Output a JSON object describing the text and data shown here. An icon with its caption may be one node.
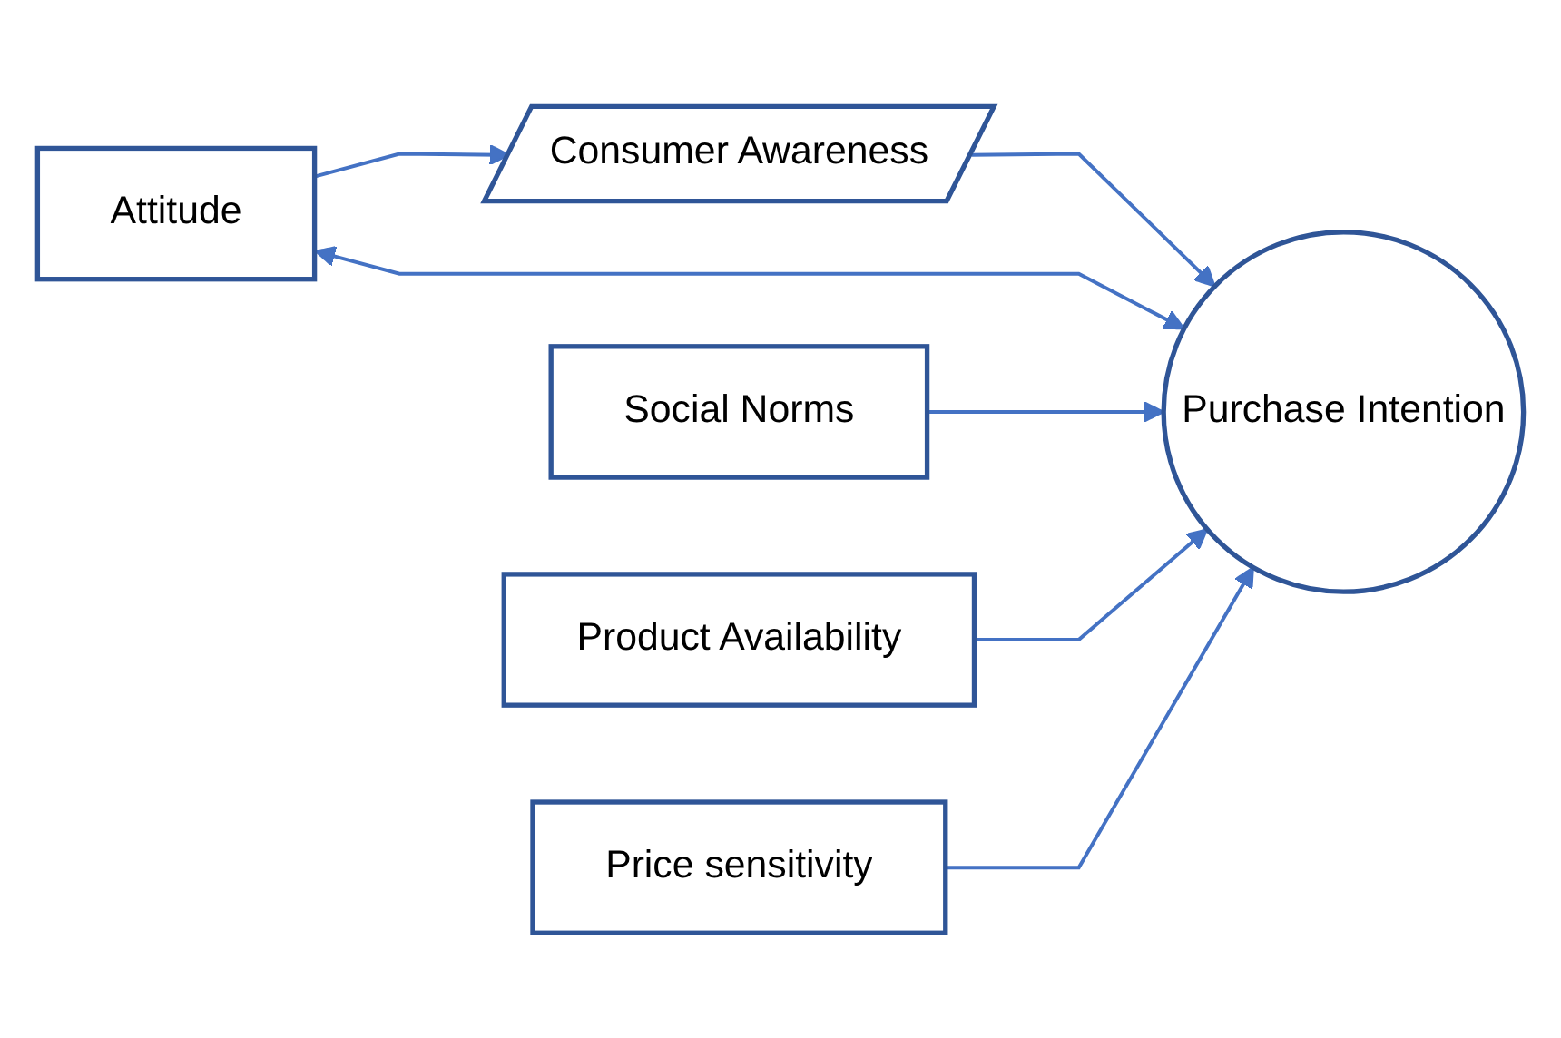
{
  "diagram": {
    "nodes": [
      {
        "text": [
          "Consumer Awareness"
        ]
      },
      {
        "text": [
          "Attitude"
        ]
      },
      {
        "text": [
          "Purchase Intention"
        ]
      },
      {
        "text": [
          "Social Norms"
        ]
      },
      {
        "text": [
          "Product Availability"
        ]
      },
      {
        "text": [
          "Price sensitivity"
        ]
      }
    ],
    "edges": [
      {
        "from": 1,
        "to": 0,
        "arrow": "to"
      },
      {
        "from": 0,
        "to": 2,
        "arrow": "to"
      },
      {
        "from": 1,
        "to": 2,
        "arrow": "both"
      },
      {
        "from": 3,
        "to": 2,
        "arrow": "to"
      },
      {
        "from": 4,
        "to": 2,
        "arrow": "to"
      },
      {
        "from": 5,
        "to": 2,
        "arrow": "to"
      }
    ]
  }
}
